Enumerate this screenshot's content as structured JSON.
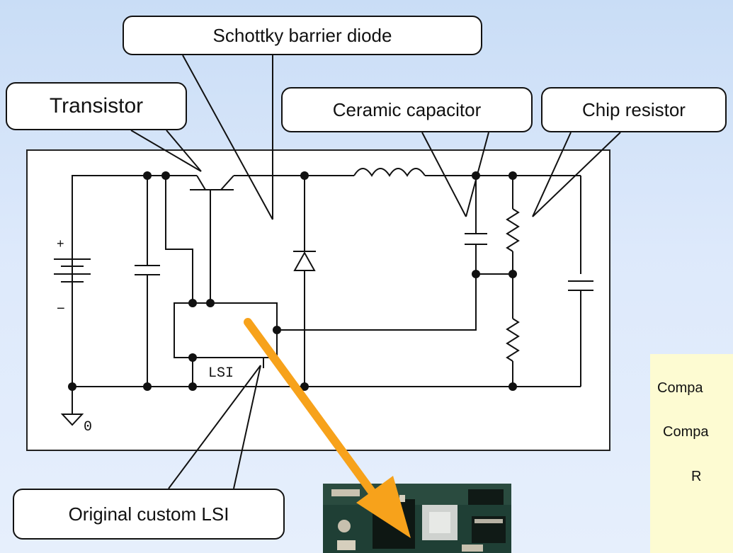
{
  "callouts": {
    "transistor": "Transistor",
    "schottky": "Schottky barrier diode",
    "ceramic_capacitor": "Ceramic capacitor",
    "chip_resistor": "Chip resistor",
    "custom_lsi": "Original custom LSI"
  },
  "schematic": {
    "lsi_label": "LSI",
    "battery_plus": "+",
    "battery_minus": "−",
    "ground_label": "0"
  },
  "side_note": {
    "line1": "Compa",
    "line2": "Compa",
    "line3": "R"
  },
  "colors": {
    "arrow": "#f7a21b",
    "callout_fill": "#ffffff",
    "note_fill": "#fdfbd2"
  }
}
